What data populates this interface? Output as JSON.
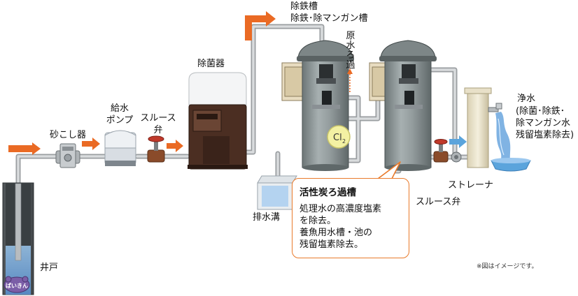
{
  "labels": {
    "well": "井戸",
    "strainer_filter": "砂こし器",
    "pump_line1": "給水",
    "pump_line2": "ポンプ",
    "sluice_line1": "スルース",
    "sluice_line2": "弁",
    "sterilizer": "除菌器",
    "iron_tank_line1": "除鉄槽",
    "iron_tank_line2": "除鉄･除マンガン槽",
    "raw_filtration": "原水ろ過",
    "drain": "排水溝",
    "clean_water_title": "浄水",
    "clean_water_lines": [
      "(除菌･除鉄･",
      "除マンガン水",
      "残留塩素除去)"
    ],
    "strainer": "ストレーナ",
    "sluice_valve": "スルース弁",
    "chlorine": "Cl",
    "chlorine_sub": "2",
    "mascot": "ぱいきん"
  },
  "callout": {
    "title": "活性炭ろ過槽",
    "body": "処理水の高濃度塩素\nを除去。\n養魚用水槽・池の\n残留塩素除去。"
  },
  "note": "※図はイメージです。",
  "colors": {
    "arrow_orange": "#ea6a24",
    "arrow_blue": "#5ba4dc",
    "pipe": "#c6c9cb",
    "tank": "#8f9899",
    "callout_border": "#e97a2a"
  }
}
